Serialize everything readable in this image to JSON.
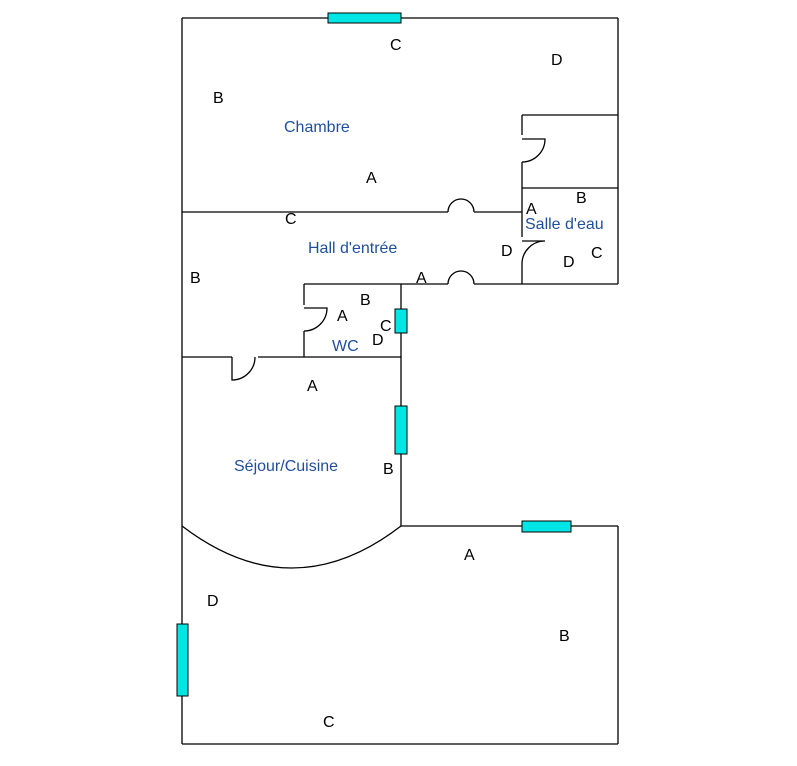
{
  "colors": {
    "wall": "#000000",
    "window": "#00e5e5",
    "room_label": "#1f4e9e",
    "wall_label": "#000000"
  },
  "rooms": {
    "chambre": "Chambre",
    "hall": "Hall d'entrée",
    "salle_deau": "Salle d'eau",
    "wc": "WC",
    "sejour": "Séjour/Cuisine"
  },
  "wall_labels": {
    "chambre": {
      "top": "C",
      "right": "D",
      "left": "B",
      "bottom": "A"
    },
    "hall": {
      "top": "C",
      "left": "B",
      "bottom": "A",
      "right": "D"
    },
    "salle_deau": {
      "top": "B",
      "left": "A",
      "bottom": "D",
      "right": "C"
    },
    "wc": {
      "top": "B",
      "left": "A",
      "right": "C",
      "bottom": "D"
    },
    "sejour": {
      "top": "A",
      "right": "B"
    },
    "living": {
      "top": "A",
      "right": "B",
      "left": "D",
      "bottom": "C"
    }
  }
}
